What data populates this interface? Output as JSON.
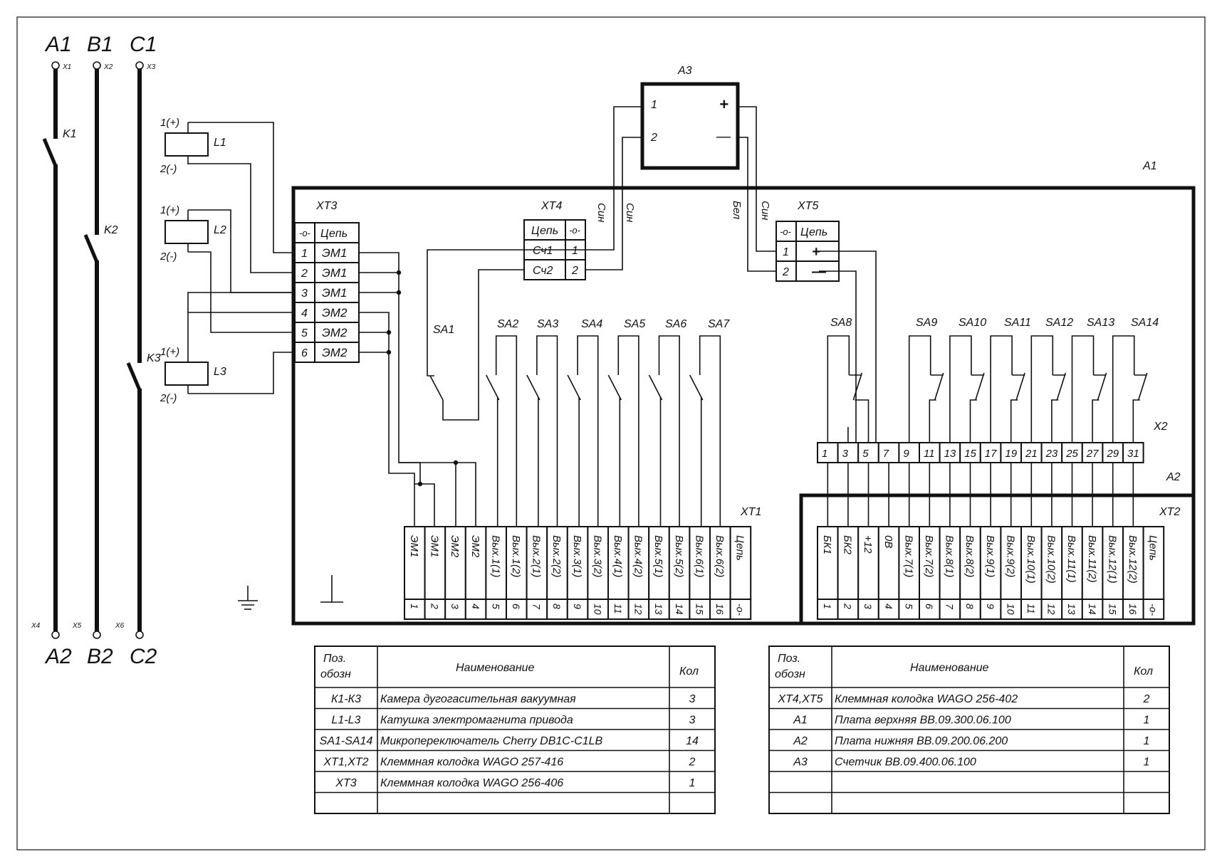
{
  "phases": [
    {
      "top": "A1",
      "bottom": "A2",
      "term_top": "X1",
      "term_bottom": "X4",
      "contact": "K1"
    },
    {
      "top": "B1",
      "bottom": "B2",
      "term_top": "X2",
      "term_bottom": "X5",
      "contact": "K2"
    },
    {
      "top": "C1",
      "bottom": "C2",
      "term_top": "X3",
      "term_bottom": "X6",
      "contact": "K3"
    }
  ],
  "coils": [
    {
      "name": "L1",
      "plus": "1(+)",
      "minus": "2(-)"
    },
    {
      "name": "L2",
      "plus": "1(+)",
      "minus": "2(-)"
    },
    {
      "name": "L3",
      "plus": "1(+)",
      "minus": "2(-)"
    }
  ],
  "counter": {
    "name": "A3",
    "pin1": "1",
    "pin2": "2",
    "plus": "+",
    "minus": "—"
  },
  "board_a1": "A1",
  "board_a2": "A2",
  "xt3": {
    "name": "XT3",
    "head_icon": "-o-",
    "head": "Цепь",
    "rows": [
      [
        "1",
        "ЭМ1"
      ],
      [
        "2",
        "ЭМ1"
      ],
      [
        "3",
        "ЭМ1"
      ],
      [
        "4",
        "ЭМ2"
      ],
      [
        "5",
        "ЭМ2"
      ],
      [
        "6",
        "ЭМ2"
      ]
    ]
  },
  "xt4": {
    "name": "XT4",
    "head": "Цепь",
    "head_icon": "-o-",
    "rows": [
      [
        "Сч1",
        "1"
      ],
      [
        "Сч2",
        "2"
      ]
    ]
  },
  "xt5": {
    "name": "XT5",
    "head_icon": "-o-",
    "head": "Цепь",
    "rows": [
      [
        "1",
        "+"
      ],
      [
        "2",
        "—"
      ]
    ]
  },
  "wire_labels": {
    "xt4_1": "Син",
    "xt4_2": "Син",
    "xt5_1": "Бел",
    "xt5_2": "Син"
  },
  "switches_left": [
    "SA1",
    "SA2",
    "SA3",
    "SA4",
    "SA5",
    "SA6",
    "SA7"
  ],
  "switches_right": [
    "SA8",
    "SA9",
    "SA10",
    "SA11",
    "SA12",
    "SA13",
    "SA14"
  ],
  "x2": {
    "name": "X2",
    "pins": [
      "1",
      "3",
      "5",
      "7",
      "9",
      "11",
      "13",
      "15",
      "17",
      "19",
      "21",
      "23",
      "25",
      "27",
      "29",
      "31"
    ]
  },
  "xt1": {
    "name": "XT1",
    "labels": [
      "ЭМ1",
      "ЭМ1",
      "ЭМ2",
      "ЭМ2",
      "Вых.1(1)",
      "Вых.1(2)",
      "Вых.2(1)",
      "Вых.2(2)",
      "Вых.3(1)",
      "Вых.3(2)",
      "Вых.4(1)",
      "Вых.4(2)",
      "Вых.5(1)",
      "Вых.5(2)",
      "Вых.6(1)",
      "Вых.6(2)",
      "Цепь"
    ],
    "nums": [
      "1",
      "2",
      "3",
      "4",
      "5",
      "6",
      "7",
      "8",
      "9",
      "10",
      "11",
      "12",
      "13",
      "14",
      "15",
      "16",
      "-o-"
    ]
  },
  "xt2": {
    "name": "XT2",
    "labels": [
      "БК1",
      "БК2",
      "+12",
      "0В",
      "Вых.7(1)",
      "Вых.7(2)",
      "Вых.8(1)",
      "Вых.8(2)",
      "Вых.9(1)",
      "Вых.9(2)",
      "Вых.10(1)",
      "Вых.10(2)",
      "Вых.11(1)",
      "Вых.11(2)",
      "Вых.12(1)",
      "Вых.12(2)",
      "Цепь"
    ],
    "nums": [
      "1",
      "2",
      "3",
      "4",
      "5",
      "6",
      "7",
      "8",
      "9",
      "10",
      "11",
      "12",
      "13",
      "14",
      "15",
      "16",
      "-o-"
    ]
  },
  "table_left": {
    "headers": [
      "Поз.\nобозн",
      "Наименование",
      "Кол"
    ],
    "rows": [
      [
        "К1-К3",
        "Камера дугогасительная вакуумная",
        "3"
      ],
      [
        "L1-L3",
        "Катушка электромагнита привода",
        "3"
      ],
      [
        "SA1-SA14",
        "Микропереключатель Cherry DB1C-C1LB",
        "14"
      ],
      [
        "XT1,XT2",
        "Клеммная колодка WAGO 257-416",
        "2"
      ],
      [
        "XT3",
        "Клеммная колодка WAGO 256-406",
        "1"
      ],
      [
        "",
        "",
        ""
      ]
    ]
  },
  "table_right": {
    "headers": [
      "Поз.\nобозн",
      "Наименование",
      "Кол"
    ],
    "rows": [
      [
        "XT4,XT5",
        "Клеммная колодка WAGO 256-402",
        "2"
      ],
      [
        "A1",
        "Плата верхняя ВВ.09.300.06.100",
        "1"
      ],
      [
        "A2",
        "Плата нижняя ВВ.09.200.06.200",
        "1"
      ],
      [
        "A3",
        "Счетчик ВВ.09.400.06.100",
        "1"
      ],
      [
        "",
        "",
        ""
      ],
      [
        "",
        "",
        ""
      ]
    ]
  }
}
